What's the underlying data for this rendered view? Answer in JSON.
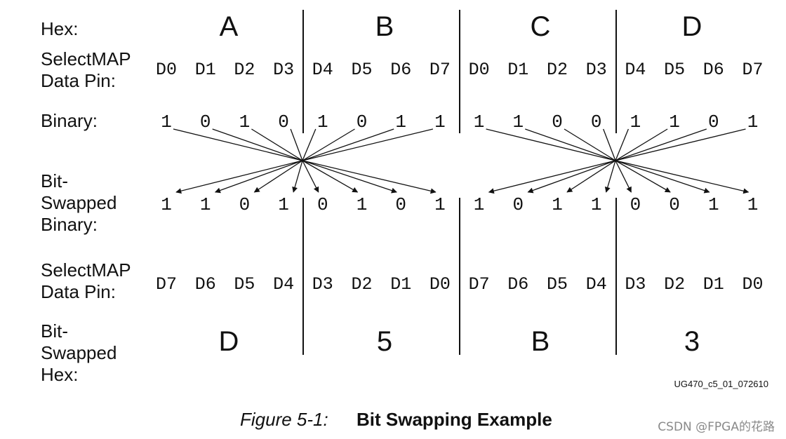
{
  "labels": {
    "hex": "Hex:",
    "selectmap_1": "SelectMAP",
    "data_pin_1": "Data Pin:",
    "binary": "Binary:",
    "bit_1": "Bit-",
    "swapped_1": "Swapped",
    "binary_2": "Binary:",
    "selectmap_2": "SelectMAP",
    "data_pin_2": "Data Pin:",
    "bit_2": "Bit-",
    "swapped_2": "Swapped",
    "hex_2": "Hex:"
  },
  "hex_top": [
    "A",
    "B",
    "C",
    "D"
  ],
  "pins_top": [
    "D0",
    "D1",
    "D2",
    "D3",
    "D4",
    "D5",
    "D6",
    "D7",
    "D0",
    "D1",
    "D2",
    "D3",
    "D4",
    "D5",
    "D6",
    "D7"
  ],
  "binary": [
    "1",
    "0",
    "1",
    "0",
    "1",
    "0",
    "1",
    "1",
    "1",
    "1",
    "0",
    "0",
    "1",
    "1",
    "0",
    "1"
  ],
  "swapped_binary": [
    "1",
    "1",
    "0",
    "1",
    "0",
    "1",
    "0",
    "1",
    "1",
    "0",
    "1",
    "1",
    "0",
    "0",
    "1",
    "1"
  ],
  "pins_bottom": [
    "D7",
    "D6",
    "D5",
    "D4",
    "D3",
    "D2",
    "D1",
    "D0",
    "D7",
    "D6",
    "D5",
    "D4",
    "D3",
    "D2",
    "D1",
    "D0"
  ],
  "hex_bottom": [
    "D",
    "5",
    "B",
    "3"
  ],
  "doc_id": "UG470_c5_01_072610",
  "caption": {
    "number": "Figure 5-1:",
    "title": "Bit Swapping Example"
  },
  "watermark": "CSDN @FPGA的花路"
}
